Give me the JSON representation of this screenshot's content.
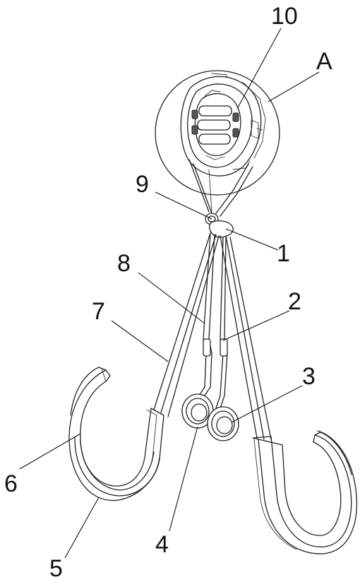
{
  "labels": {
    "n10": "10",
    "nA": "A",
    "n9": "9",
    "n1": "1",
    "n8": "8",
    "n2": "2",
    "n7": "7",
    "n3": "3",
    "n6": "6",
    "n4": "4",
    "n5": "5"
  }
}
